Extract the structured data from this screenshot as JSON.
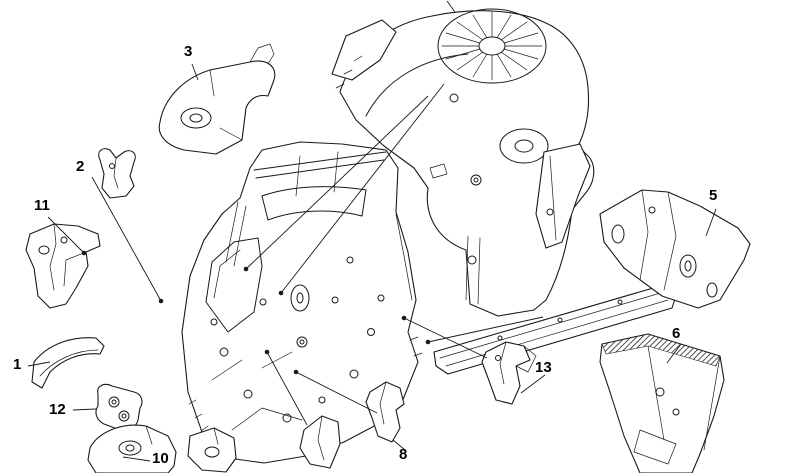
{
  "diagram": {
    "type": "exploded-parts-diagram",
    "background_color": "#ffffff",
    "line_color": "#1a1a1a",
    "callouts": {
      "c1": {
        "label": "1"
      },
      "c2": {
        "label": "2"
      },
      "c3": {
        "label": "3"
      },
      "c5": {
        "label": "5"
      },
      "c6": {
        "label": "6"
      },
      "c8": {
        "label": "8"
      },
      "c10": {
        "label": "10"
      },
      "c11": {
        "label": "11"
      },
      "c12": {
        "label": "12"
      },
      "c13": {
        "label": "13"
      }
    }
  }
}
